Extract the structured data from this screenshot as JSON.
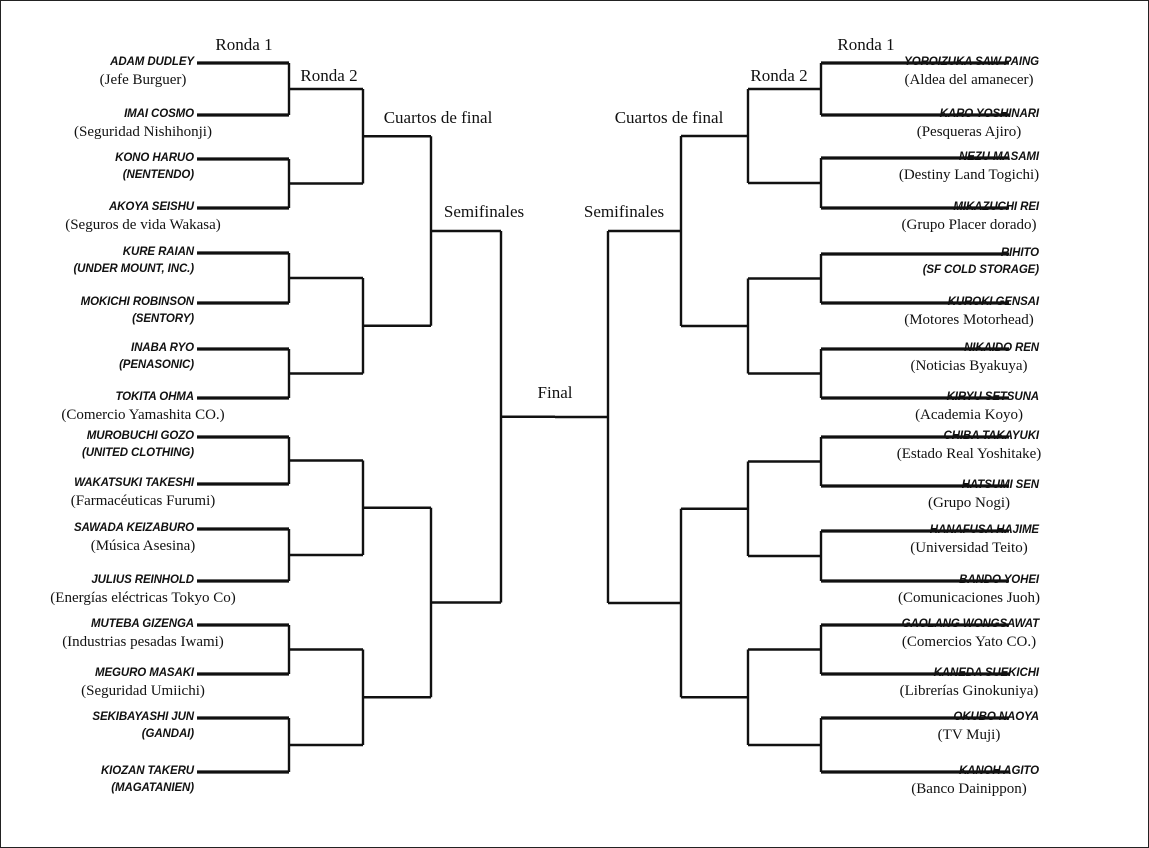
{
  "rounds": {
    "left": {
      "r1": "Ronda 1",
      "r2": "Ronda 2",
      "qf": "Cuartos de final",
      "sf": "Semifinales"
    },
    "right": {
      "r1": "Ronda 1",
      "r2": "Ronda 2",
      "qf": "Cuartos de final",
      "sf": "Semifinales"
    },
    "final": "Final"
  },
  "left_entrants": [
    {
      "name": [
        "ADAM DUDLEY"
      ],
      "company": "(Jefe Burguer)"
    },
    {
      "name": [
        "IMAI COSMO"
      ],
      "company": "(Seguridad Nishihonji)"
    },
    {
      "name": [
        "KONO HARUO",
        "(NENTENDO)"
      ],
      "company": ""
    },
    {
      "name": [
        "AKOYA SEISHU"
      ],
      "company": "(Seguros de vida Wakasa)"
    },
    {
      "name": [
        "KURE RAIAN",
        "(UNDER MOUNT, INC.)"
      ],
      "company": ""
    },
    {
      "name": [
        "MOKICHI ROBINSON",
        "(SENTORY)"
      ],
      "company": ""
    },
    {
      "name": [
        "INABA RYO",
        "(PENASONIC)"
      ],
      "company": ""
    },
    {
      "name": [
        "TOKITA OHMA"
      ],
      "company": "(Comercio Yamashita CO.)"
    },
    {
      "name": [
        "MUROBUCHI GOZO",
        "(UNITED CLOTHING)"
      ],
      "company": ""
    },
    {
      "name": [
        "WAKATSUKI TAKESHI"
      ],
      "company": "(Farmacéuticas Furumi)"
    },
    {
      "name": [
        "SAWADA KEIZABURO"
      ],
      "company": "(Música Asesina)"
    },
    {
      "name": [
        "JULIUS REINHOLD"
      ],
      "company": "(Energías eléctricas Tokyo Co)"
    },
    {
      "name": [
        "MUTEBA GIZENGA"
      ],
      "company": "(Industrias pesadas Iwami)"
    },
    {
      "name": [
        "MEGURO MASAKI"
      ],
      "company": "(Seguridad Umiichi)"
    },
    {
      "name": [
        "SEKIBAYASHI JUN",
        "(GANDAI)"
      ],
      "company": ""
    },
    {
      "name": [
        "KIOZAN TAKERU",
        "(MAGATANIEN)"
      ],
      "company": ""
    }
  ],
  "right_entrants": [
    {
      "name": [
        "YOROIZUKA SAW PAING"
      ],
      "company": "(Aldea del amanecer)"
    },
    {
      "name": [
        "KARO YOSHINARI"
      ],
      "company": "(Pesqueras Ajiro)"
    },
    {
      "name": [
        "NEZU MASAMI"
      ],
      "company": "(Destiny Land Togichi)"
    },
    {
      "name": [
        "MIKAZUCHI REI"
      ],
      "company": "(Grupo Placer dorado)"
    },
    {
      "name": [
        "RIHITO",
        "(SF COLD STORAGE)"
      ],
      "company": ""
    },
    {
      "name": [
        "KUROKI GENSAI"
      ],
      "company": "(Motores Motorhead)"
    },
    {
      "name": [
        "NIKAIDO REN"
      ],
      "company": "(Noticias Byakuya)"
    },
    {
      "name": [
        "KIRYU SETSUNA"
      ],
      "company": "(Academia Koyo)"
    },
    {
      "name": [
        "CHIBA TAKAYUKI"
      ],
      "company": "(Estado Real Yoshitake)"
    },
    {
      "name": [
        "HATSUMI SEN"
      ],
      "company": "(Grupo Nogi)"
    },
    {
      "name": [
        "HANAFUSA HAJIME"
      ],
      "company": "(Universidad Teito)"
    },
    {
      "name": [
        "BANDO YOHEI"
      ],
      "company": "(Comunicaciones Juoh)"
    },
    {
      "name": [
        "GAOLANG WONGSAWAT"
      ],
      "company": "(Comercios Yato CO.)"
    },
    {
      "name": [
        "KANEDA SUEKICHI"
      ],
      "company": "(Librerías Ginokuniya)"
    },
    {
      "name": [
        "OKUBO NAOYA"
      ],
      "company": "(TV Muji)"
    },
    {
      "name": [
        "KANOH AGITO"
      ],
      "company": "(Banco Dainippon)"
    }
  ]
}
